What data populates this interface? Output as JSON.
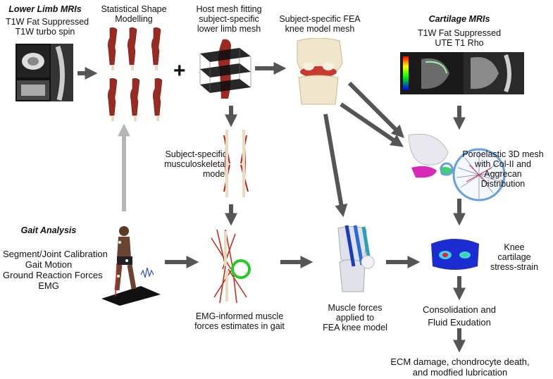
{
  "lower_limb_mris": {
    "heading": "Lower Limb MRIs",
    "lines": [
      "T1W Fat Suppressed",
      "T1W turbo spin"
    ]
  },
  "statistical_shape": {
    "lines": [
      "Statistical Shape",
      "Modelling"
    ]
  },
  "plus_sign": "+",
  "host_mesh": {
    "lines": [
      "Host mesh fitting",
      "subject-specific",
      "lower limb mesh"
    ]
  },
  "fea_mesh": {
    "lines": [
      "Subject-specific FEA",
      "knee model mesh"
    ]
  },
  "cartilage_mris": {
    "heading": "Cartilage MRIs",
    "lines": [
      "T1W Fat Suppressed",
      "UTE T1 Rho"
    ]
  },
  "msk_model": {
    "lines": [
      "Subject-specific",
      "musculoskeletal",
      "model"
    ]
  },
  "poroelastic": {
    "lines": [
      "Poroelastic 3D mesh",
      "with Col-II and",
      "Aggrecan",
      "Distribution"
    ]
  },
  "gait_analysis": {
    "heading": "Gait Analysis",
    "lines": [
      "Segment/Joint Calibration",
      "Gait Motion",
      "Ground Reaction Forces",
      "EMG"
    ]
  },
  "emg_muscle": {
    "lines": [
      "EMG-informed muscle",
      "forces estimates in gait"
    ]
  },
  "muscle_forces": {
    "lines": [
      "Muscle forces",
      "applied to",
      "FEA knee model"
    ]
  },
  "knee_stress": {
    "lines": [
      "Knee",
      "cartilage",
      "stress-strain"
    ]
  },
  "consolidation": {
    "lines": [
      "Consolidation and",
      "Fluid Exudation"
    ]
  },
  "ecm_damage": {
    "lines": [
      "ECM damage, chondrocyte death,",
      "and modfied lubrication"
    ]
  },
  "colors": {
    "arrow": "#555555",
    "arrow_light": "#b5b5b5",
    "muscle": "#9a2a22",
    "bone": "#e8dcc0",
    "highlight": "#22cc22"
  }
}
